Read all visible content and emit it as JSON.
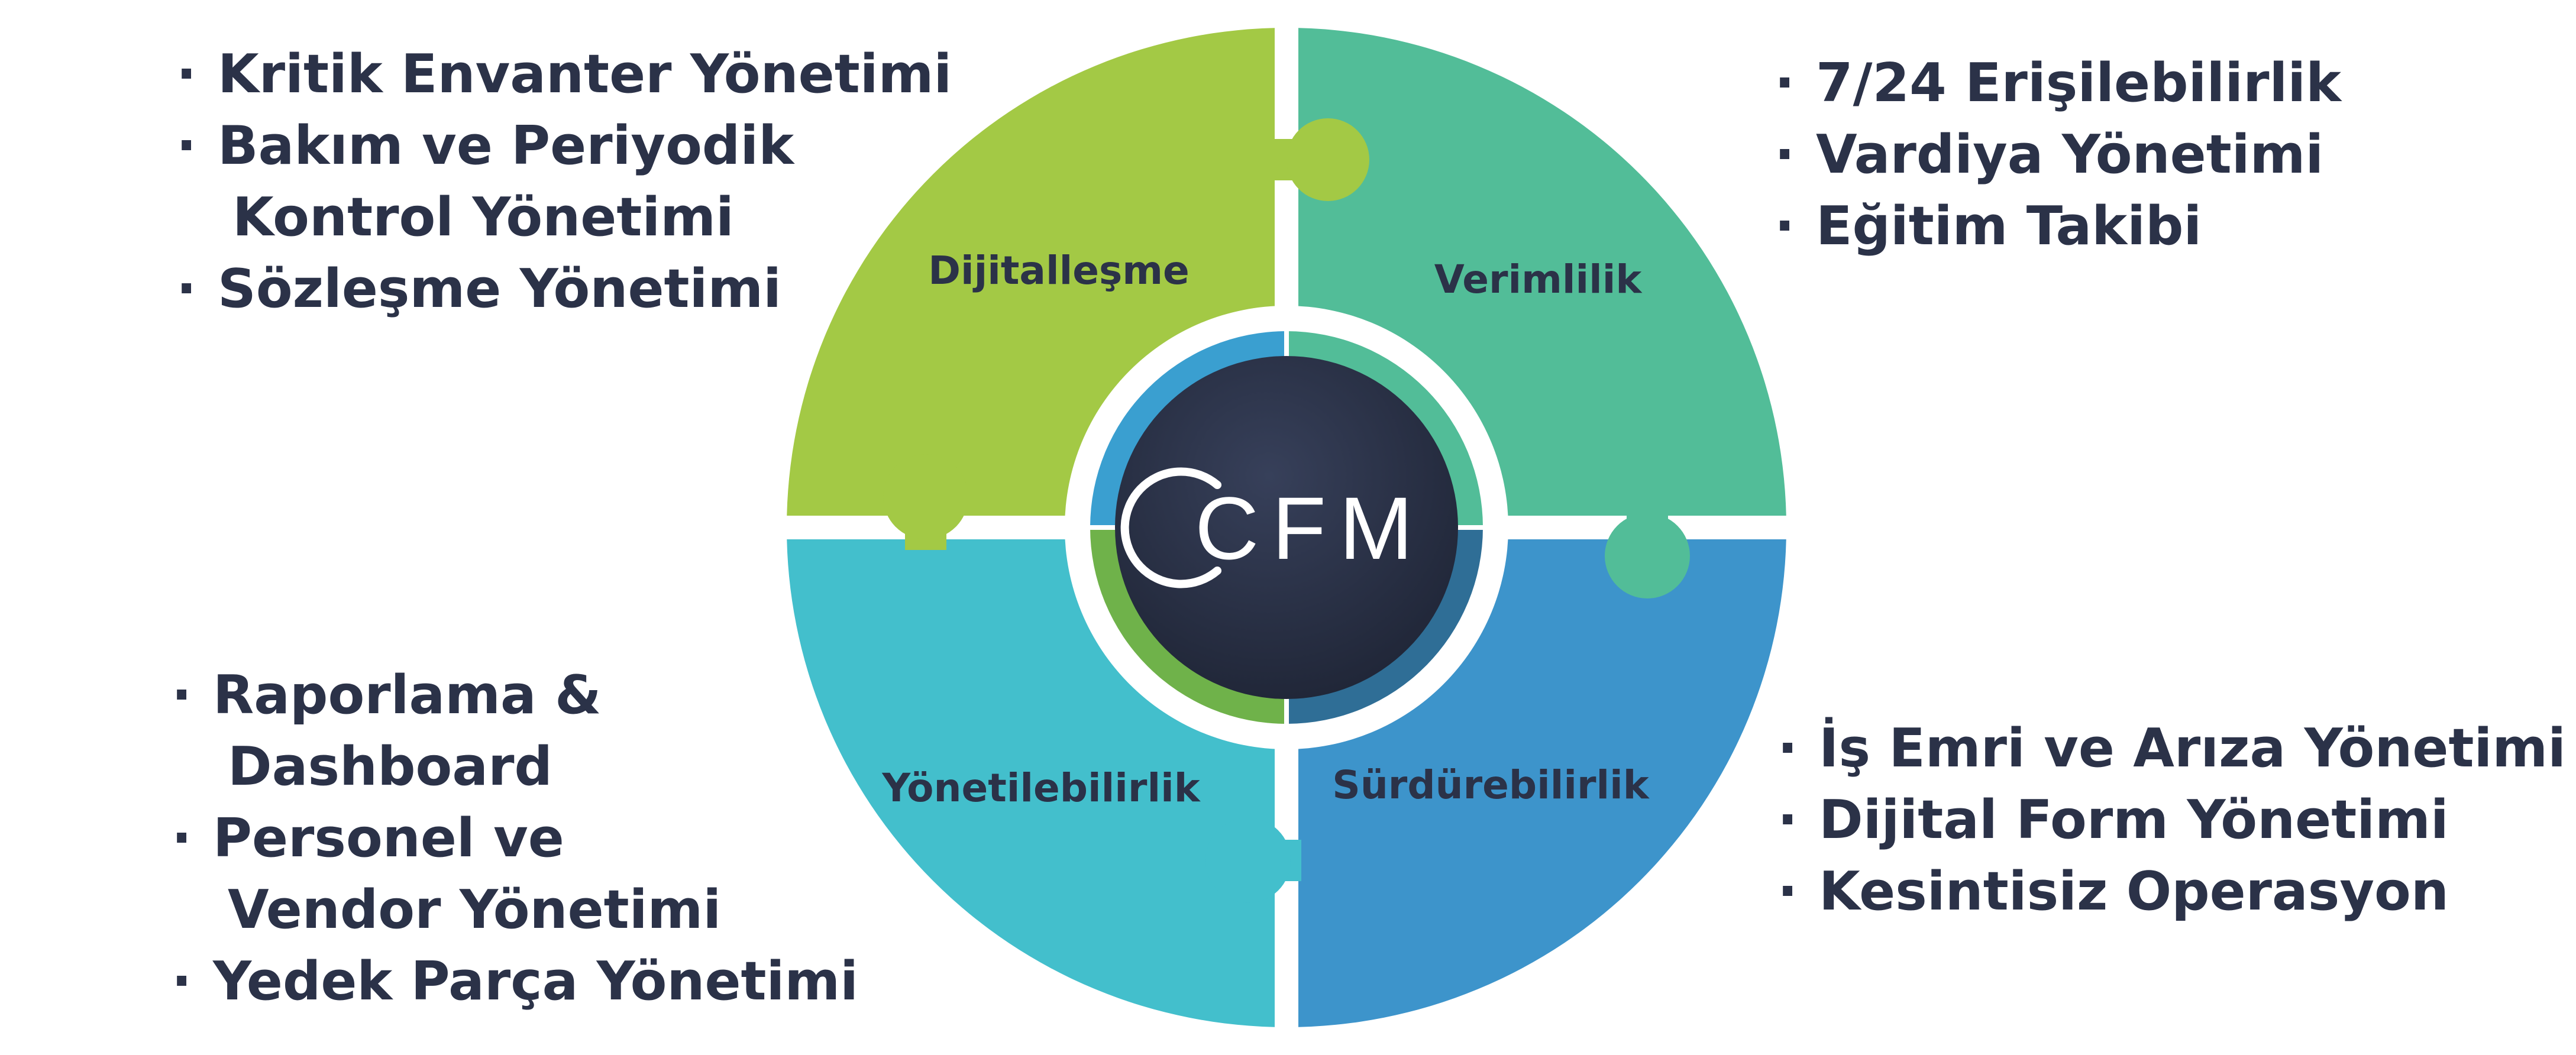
{
  "colors": {
    "green": "#a3c945",
    "teal_green": "#52bd98",
    "cyan": "#43bfcc",
    "blue": "#3d94cb",
    "text": "#2b3248",
    "core": "#2b3248"
  },
  "logo": {
    "text": "CFM"
  },
  "segments": [
    {
      "id": "dijitallesme",
      "label": "Dijitalleşme"
    },
    {
      "id": "verimlilik",
      "label": "Verimlilik"
    },
    {
      "id": "yonetilebilirlik",
      "label": "Yönetilebilirlik"
    },
    {
      "id": "surdurebilirlik",
      "label": "Sürdürebilirlik"
    }
  ],
  "lists": {
    "top_left": [
      {
        "text": "Kritik Envanter Yönetimi"
      },
      {
        "text": "Bakım ve Periyodik",
        "text2": "Kontrol Yönetimi"
      },
      {
        "text": "Sözleşme Yönetimi"
      }
    ],
    "top_right": [
      {
        "text": "7/24 Erişilebilirlik"
      },
      {
        "text": "Vardiya Yönetimi"
      },
      {
        "text": "Eğitim Takibi"
      }
    ],
    "bottom_left": [
      {
        "text": "Raporlama &",
        "text2": "Dashboard"
      },
      {
        "text": "Personel ve",
        "text2": "Vendor Yönetimi"
      },
      {
        "text": "Yedek Parça Yönetimi"
      }
    ],
    "bottom_right": [
      {
        "text": "İş Emri ve Arıza Yönetimi"
      },
      {
        "text": "Dijital Form Yönetimi"
      },
      {
        "text": "Kesintisiz Operasyon"
      }
    ]
  },
  "bullet": "·"
}
